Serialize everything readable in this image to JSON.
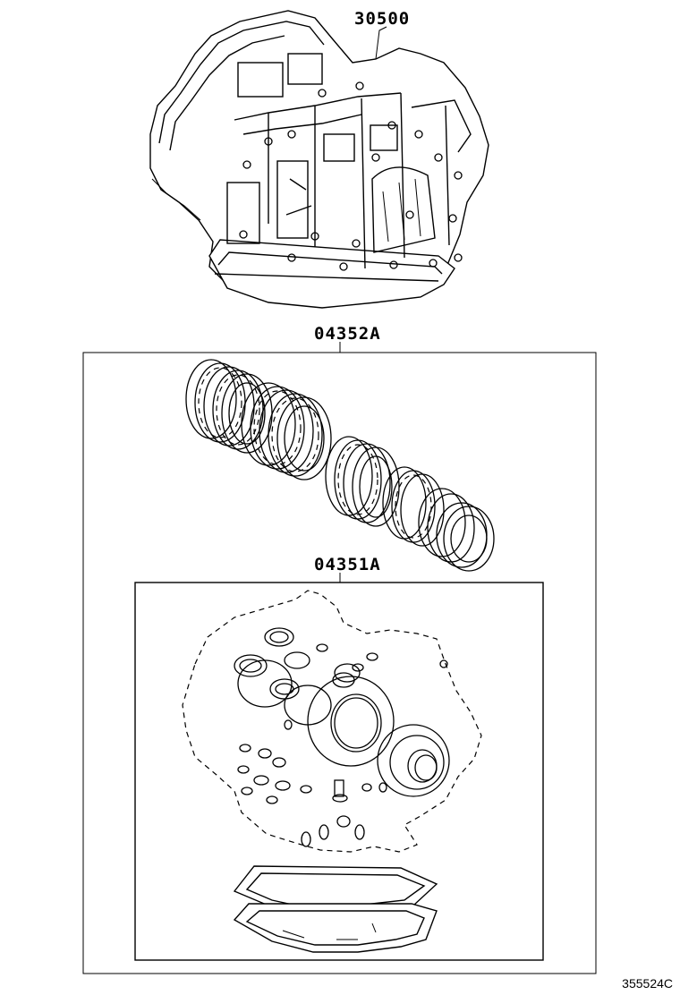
{
  "parts": {
    "transmission": {
      "number": "30500",
      "icon": "transmission-assembly-icon"
    },
    "overhaul_kit": {
      "number": "04352A",
      "icon": "clutch-disc-set-icon"
    },
    "gasket_kit": {
      "number": "04351A",
      "icon": "gasket-seal-set-icon"
    }
  },
  "diagram_id": "355524C"
}
